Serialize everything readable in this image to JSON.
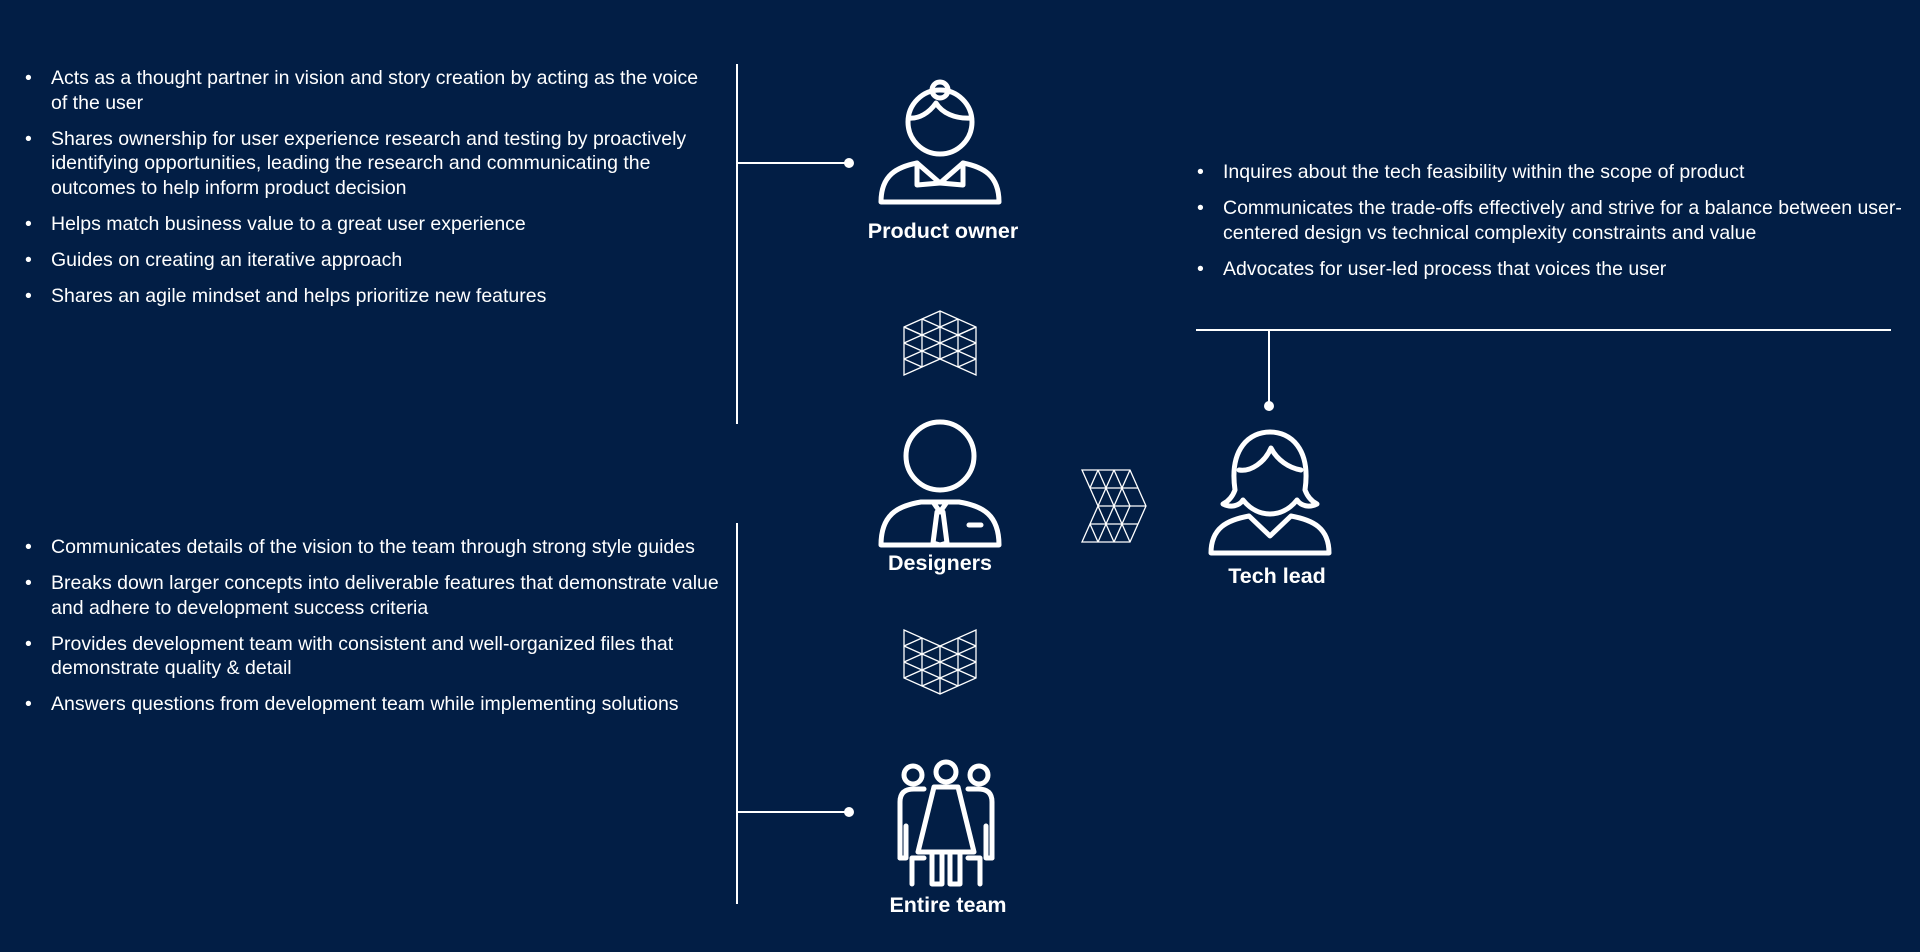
{
  "colors": {
    "background": "#021e45",
    "foreground": "#ffffff"
  },
  "roles": {
    "product_owner": {
      "label": "Product owner",
      "icon": "product-owner-woman-icon"
    },
    "designers": {
      "label": "Designers",
      "icon": "designer-man-tie-icon"
    },
    "tech_lead": {
      "label": "Tech lead",
      "icon": "tech-lead-woman-icon"
    },
    "entire_team": {
      "label": "Entire team",
      "icon": "team-group-icon"
    }
  },
  "product_owner_points": [
    "Acts as a thought partner in vision and story creation by acting as the voice of the user",
    "Shares ownership for user experience research and testing by proactively identifying opportunities, leading the research and communicating the outcomes to help inform product decision",
    "Helps match business value to a great user experience",
    "Guides on creating an iterative approach",
    "Shares an agile mindset and helps prioritize new features"
  ],
  "entire_team_points": [
    "Communicates details of the vision to the team through strong style guides",
    "Breaks down larger concepts into deliverable features that demonstrate value and adhere to development success criteria",
    "Provides development team with consistent and well-organized files that demonstrate quality & detail",
    "Answers questions from development team while implementing solutions"
  ],
  "tech_lead_points": [
    "Inquires about the tech feasibility within the scope of product",
    "Communicates the trade-offs effectively and strive for a balance between user-centered design vs technical complexity constraints and value",
    "Advocates for user-led process that voices the user"
  ],
  "connector_icons": [
    "triangle-chevron-up-icon",
    "triangle-chevron-right-icon",
    "triangle-chevron-down-icon"
  ]
}
